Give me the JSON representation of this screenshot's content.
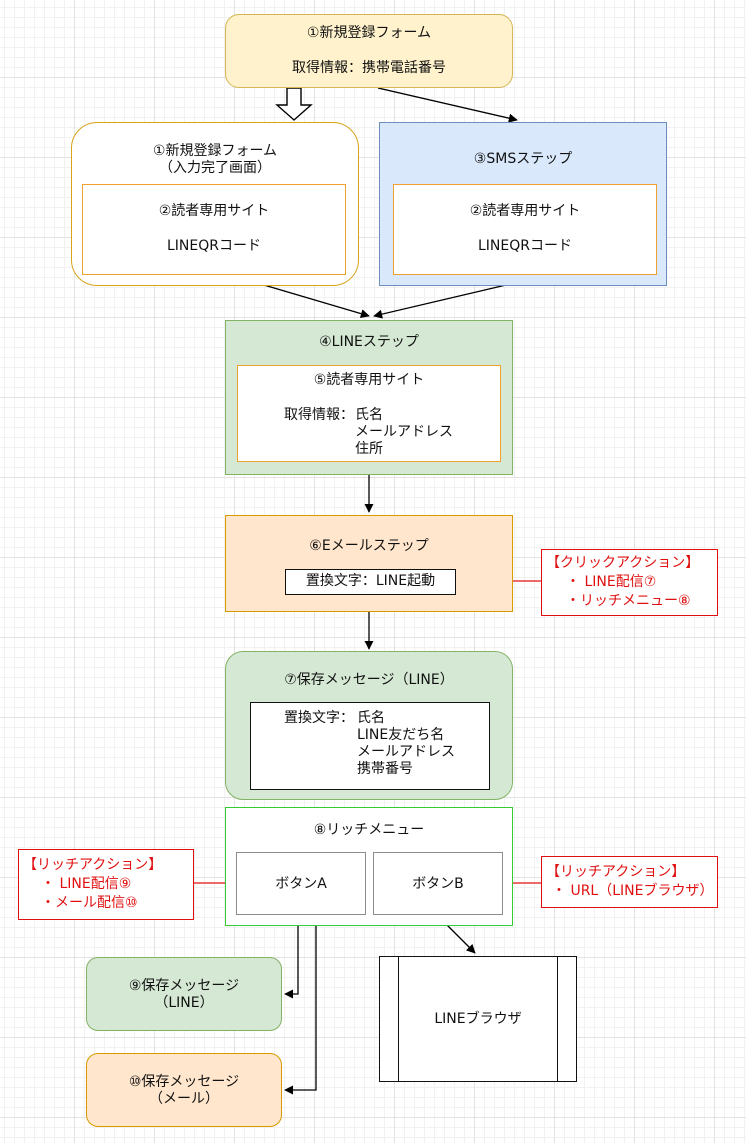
{
  "node1": {
    "title": "①新規登録フォーム",
    "detail": "取得情報：携帯電話番号"
  },
  "node1b": {
    "title": "①新規登録フォーム\n（入力完了画面）",
    "inner": {
      "title": "②読者専用サイト",
      "detail": "LINEQRコード"
    }
  },
  "node3": {
    "title": "③SMSステップ",
    "inner": {
      "title": "②読者専用サイト",
      "detail": "LINEQRコード"
    }
  },
  "node4": {
    "title": "④LINEステップ",
    "inner": {
      "title": "⑤読者専用サイト",
      "label": "取得情報：",
      "values": "氏名\nメールアドレス\n住所"
    }
  },
  "node6": {
    "title": "⑥Eメールステップ",
    "inner": "置換文字：LINE起動"
  },
  "click_action": {
    "title": "【クリックアクション】",
    "items": "・ LINE配信⑦\n・リッチメニュー⑧"
  },
  "node7": {
    "title": "⑦保存メッセージ（LINE）",
    "inner": {
      "label": "置換文字：",
      "values": "氏名\nLINE友だち名\nメールアドレス\n携帯番号"
    }
  },
  "node8": {
    "title": "⑧リッチメニュー",
    "button_a": "ボタンA",
    "button_b": "ボタンB"
  },
  "rich_action_a": {
    "title": "【リッチアクション】",
    "items": "・ LINE配信⑨\n・メール配信⑩"
  },
  "rich_action_b": {
    "title": "【リッチアクション】",
    "items": "・ URL（LINEブラウザ）"
  },
  "node9": {
    "title": "⑨保存メッセージ\n（LINE）"
  },
  "node10": {
    "title": "⑩保存メッセージ\n（メール）"
  },
  "browser": {
    "title": "LINEブラウザ"
  }
}
